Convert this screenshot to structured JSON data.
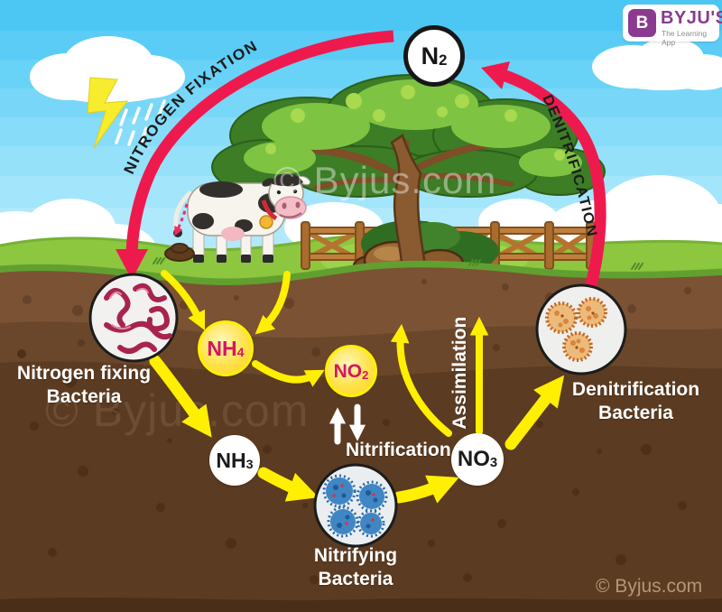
{
  "brand": {
    "logo_text": "BYJU'S",
    "tagline": "The Learning App",
    "icon_letter": "B"
  },
  "watermarks": {
    "sky": "© Byjus.com",
    "soil": "© Byjus.com",
    "corner": "© Byjus.com"
  },
  "nodes": {
    "n2": {
      "base": "N",
      "sub": "2"
    },
    "nh4": {
      "base": "NH",
      "sub": "4"
    },
    "no2": {
      "base": "NO",
      "sub": "2"
    },
    "nh3": {
      "base": "NH",
      "sub": "3"
    },
    "no3": {
      "base": "NO",
      "sub": "3"
    }
  },
  "processes": {
    "nitrogen_fixation": "NITROGEN FIXATION",
    "denitrification": "DENITRIFICATION",
    "nitrification": "Nitrification",
    "assimilation": "Assimilation"
  },
  "labels": {
    "nitrogen_fixing_bacteria": {
      "line1": "Nitrogen fixing",
      "line2": "Bacteria"
    },
    "nitrifying_bacteria": {
      "line1": "Nitrifying",
      "line2": "Bacteria"
    },
    "denitrification_bacteria": {
      "line1": "Denitrification",
      "line2": "Bacteria"
    }
  },
  "colors": {
    "arrow_red": "#ee1a4d",
    "arrow_yellow": "#ffef00",
    "node_yellow": "#ffd21e",
    "node_text_pink": "#d6145f",
    "label_white": "#ffffff",
    "brand_purple": "#8a3b8f",
    "sky_blue": "#6fd4f8",
    "grass_green": "#8dc63f",
    "soil_brown": "#5b3b21"
  }
}
